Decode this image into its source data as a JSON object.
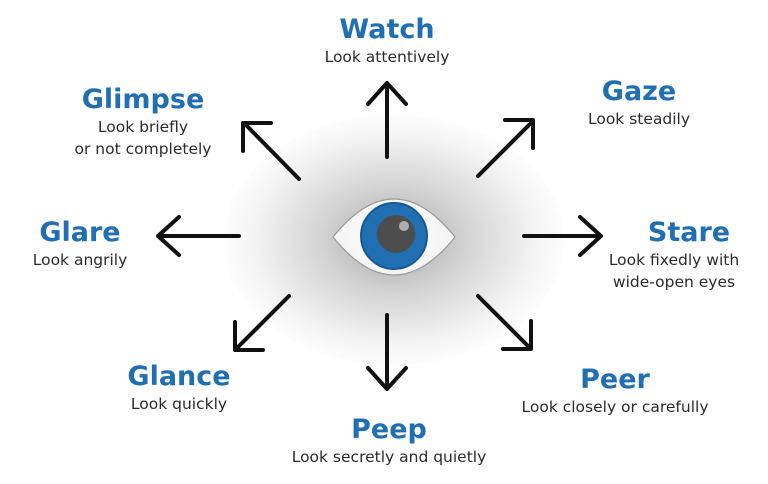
{
  "colors": {
    "word": "#1f6fb2",
    "description": "#2b2b2b",
    "arrow": "#111111",
    "iris": "#1f6fb2",
    "pupil": "#4d4d4d"
  },
  "center": {
    "icon": "eye-icon"
  },
  "words": {
    "watch": {
      "word": "Watch",
      "desc": "Look attentively"
    },
    "gaze": {
      "word": "Gaze",
      "desc": "Look steadily"
    },
    "stare": {
      "word": "Stare",
      "desc1": "Look fixedly with",
      "desc2": "wide-open eyes"
    },
    "peer": {
      "word": "Peer",
      "desc": "Look closely or carefully"
    },
    "peep": {
      "word": "Peep",
      "desc": "Look secretly and quietly"
    },
    "glance": {
      "word": "Glance",
      "desc": "Look quickly"
    },
    "glare": {
      "word": "Glare",
      "desc": "Look angrily"
    },
    "glimpse": {
      "word": "Glimpse",
      "desc1": "Look briefly",
      "desc2": "or not completely"
    }
  }
}
